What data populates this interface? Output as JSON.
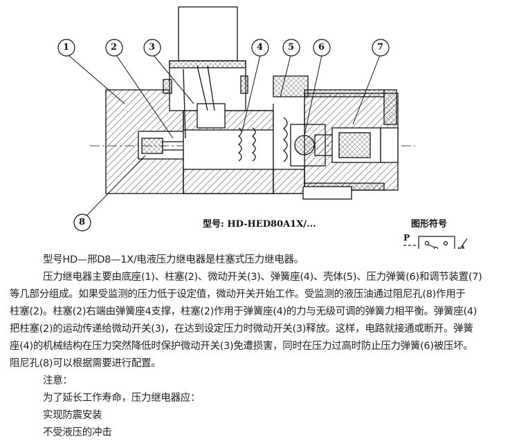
{
  "diagram": {
    "callouts": [
      "1",
      "2",
      "3",
      "4",
      "5",
      "6",
      "7",
      "8"
    ],
    "model_label": "型号: HD-HED80A1X/...",
    "symbol_title": "图形符号",
    "symbol_port": "P"
  },
  "text": {
    "intro": "型号HD—邢D8—1X/电液压力继电器是柱塞式压力继电器。",
    "para": [
      "压力继电器主要由底座(1)、柱塞(2)、微动开关(3)、弹簧座(4)、壳体(5)、压力弹簧(6)和调节装置(7)",
      "等几部分组成。如果受监测的压力低于设定值，微动开关开始工作。受监测的液压油通过阻尼孔(8)作用于",
      "柱塞(2)。柱塞(2)右端由弹簧座4支撑，柱塞(2)作用于弹簧座(4)的力与无级可调的弹簧力相平衡。弹簧座(4)",
      "把柱塞(2)的运动传递给微动开关(3)，在达到设定压力时微动开关(3)释放。这样，电路就接通或断开。弹簧",
      "座(4)的机械结构在压力突然降低时保护微动开关(3)免遭损害，同时在压力过高时防止压力弹簧(6)被压坏。",
      "阻尼孔(8)可以根据需要进行配置。"
    ],
    "note_title": "注意：",
    "notes": [
      "为了延长工作寿命，压力继电器应：",
      "实现防震安装",
      "不受液压的冲击"
    ]
  }
}
